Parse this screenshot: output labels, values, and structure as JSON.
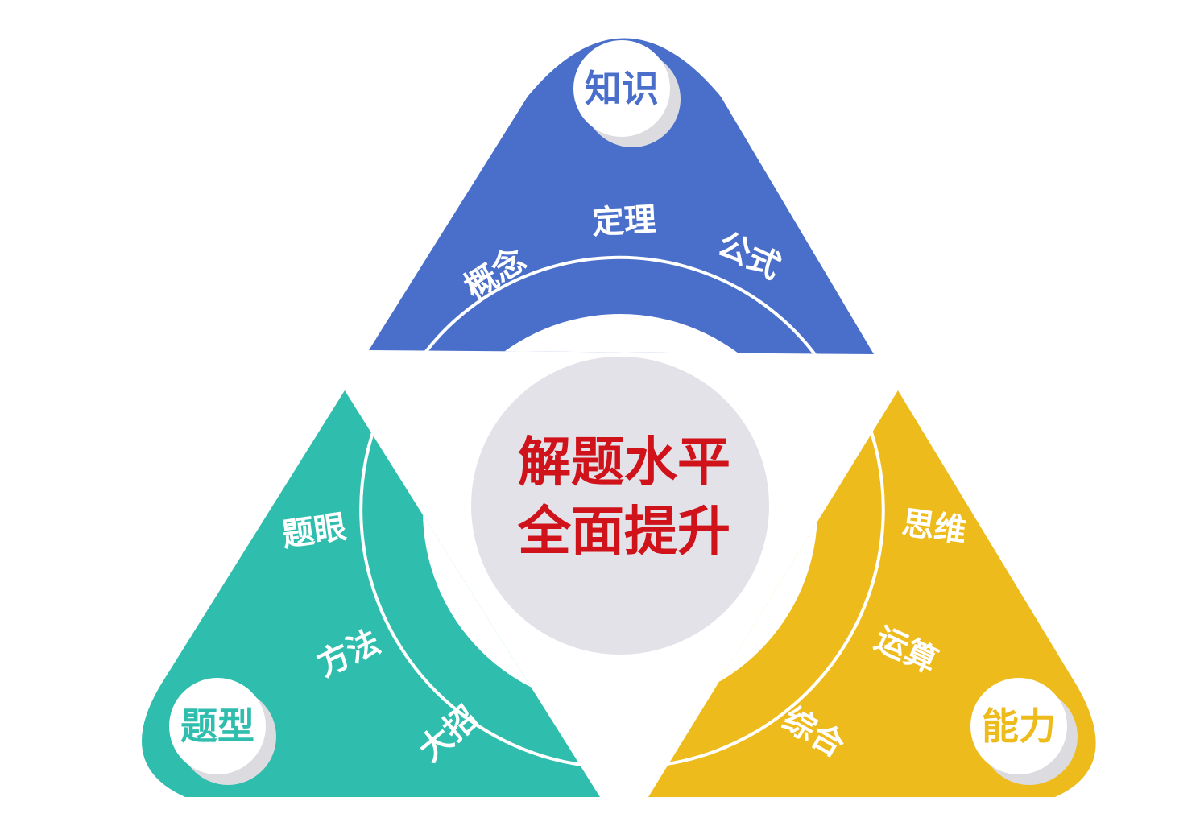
{
  "colors": {
    "knowledge": "#4a6fca",
    "question_types": "#2fbdad",
    "ability": "#eebb1c",
    "center_fill": "#e3e2e8",
    "center_text": "#d0121b",
    "badge_fill": "#ffffff",
    "badge_shadow": "#dcdce0",
    "segment_text": "#ffffff"
  },
  "center": {
    "line1": "解题水平",
    "line2": "全面提升"
  },
  "knowledge": {
    "title": "知识",
    "items": [
      "概念",
      "定理",
      "公式"
    ]
  },
  "question_types": {
    "title": "题型",
    "items": [
      "题眼",
      "方法",
      "大招"
    ]
  },
  "ability": {
    "title": "能力",
    "items": [
      "思维",
      "运算",
      "综合"
    ]
  }
}
